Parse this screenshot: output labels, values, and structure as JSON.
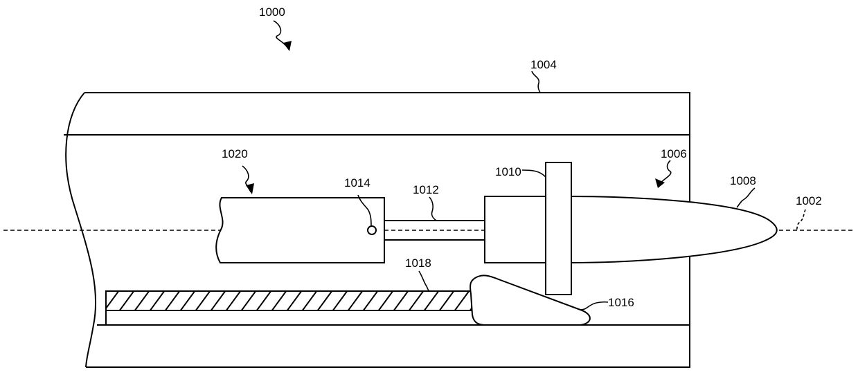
{
  "labels": {
    "fig": "1000",
    "axis": "1002",
    "outer": "1004",
    "assembly": "1006",
    "nose": "1008",
    "flange": "1010",
    "rod": "1012",
    "pivot": "1014",
    "wedge": "1016",
    "hatched": "1018",
    "block": "1020"
  }
}
